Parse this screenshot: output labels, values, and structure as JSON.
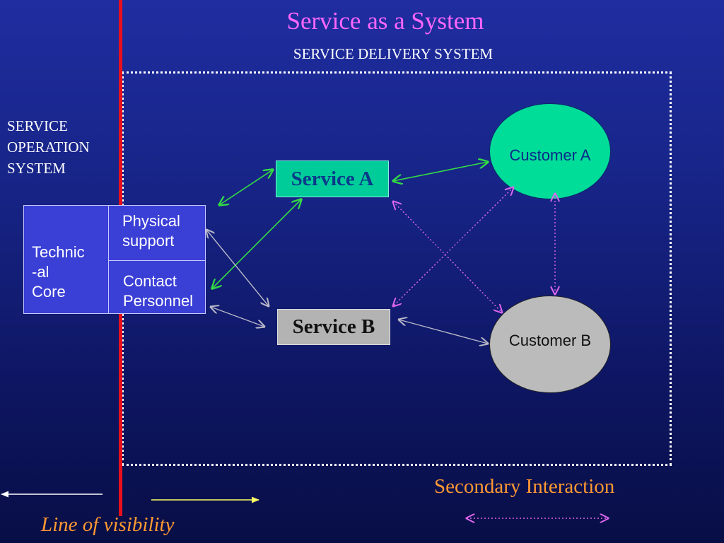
{
  "title": "Service as a System",
  "subtitle": "SERVICE DELIVERY SYSTEM",
  "operation_system_lines": [
    "SERVICE",
    "OPERATION",
    "SYSTEM"
  ],
  "core_table": {
    "technical_core": "Technic -al Core",
    "technical_core_lines": [
      "Technic",
      "-al",
      "Core"
    ],
    "physical_support": "Physical support",
    "physical_support_lines": [
      "Physical",
      "support"
    ],
    "contact_personnel": "Contact Personnel",
    "contact_personnel_lines": [
      "Contact",
      "Personnel"
    ]
  },
  "nodes": {
    "service_a": "Service A",
    "service_b": "Service B",
    "customer_a": "Customer A",
    "customer_b": "Customer B"
  },
  "legend": {
    "secondary_interaction": "Secondary Interaction",
    "line_of_visibility": "Line of visibility"
  },
  "colors": {
    "title": "#ff66ff",
    "service_a_fill": "#00cc99",
    "service_b_fill": "#b3b3b3",
    "customer_a_fill": "#00dd99",
    "customer_b_fill": "#bbbbbb",
    "visibility_line": "#e8101c",
    "green_arrow": "#33dd44",
    "gray_arrow": "#b8b8c8",
    "dotted_arrow": "#dd66ee",
    "legend_text": "#ff9933"
  }
}
